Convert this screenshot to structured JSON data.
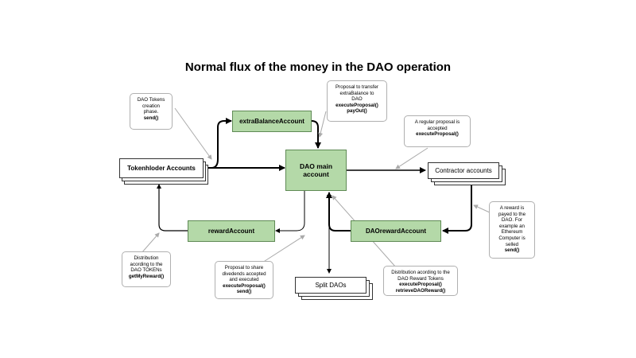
{
  "title": "Normal flux of the money in the DAO operation",
  "nodes": {
    "tokenholder": "Tokenhloder Accounts",
    "extra_balance": "extraBalanceAccount",
    "dao_main": "DAO main account",
    "contractor": "Contractor accounts",
    "reward": "rewardAccount",
    "dao_reward": "DAOrewardAccount",
    "split": "Split DAOs"
  },
  "notes": {
    "creation": {
      "lines": [
        "DAO Tokens",
        "creation",
        "phase."
      ],
      "code": [
        "send()"
      ]
    },
    "transfer": {
      "lines": [
        "Proposal to transfer",
        "extraBalance to",
        "DAO"
      ],
      "code": [
        "executeProposal()",
        "payOut()"
      ]
    },
    "regular": {
      "lines": [
        "A regular proposal is",
        "accepted"
      ],
      "code": [
        "executeProposal()"
      ]
    },
    "reward_payed": {
      "lines": [
        "A reward is",
        "payed to the",
        "DAO. For",
        "example an",
        "Ethereum",
        "Computer is",
        "selled"
      ],
      "code": [
        "send()"
      ]
    },
    "distribution_tokens": {
      "lines": [
        "Distribution",
        "acording to the",
        "DAO TOKENs"
      ],
      "code": [
        "getMyReward()"
      ]
    },
    "share_dividends": {
      "lines": [
        "Proposal to share",
        "divedends accepted",
        "and executed"
      ],
      "code": [
        "executeProposal()",
        "send()"
      ]
    },
    "distribution_reward": {
      "lines": [
        "Distribution acording to the",
        "DAO Reward Tokens"
      ],
      "code": [
        "executeProposal()",
        "retrieveDAOReward()"
      ]
    }
  }
}
